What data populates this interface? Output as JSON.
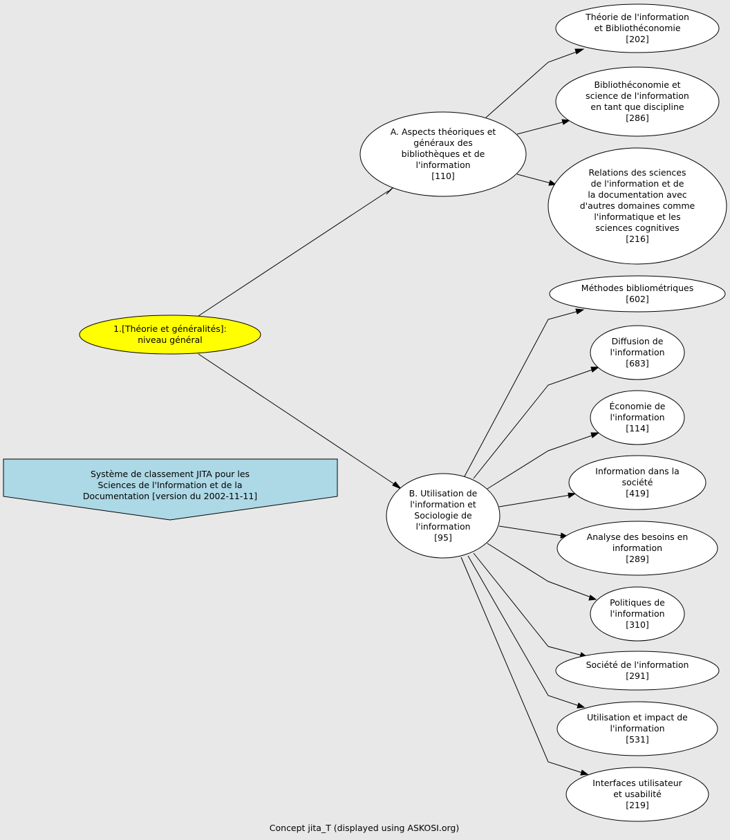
{
  "colors": {
    "background": "#e8e8e8",
    "root_fill": "#ffff00",
    "node_fill": "#ffffff",
    "legend_fill": "#add8e6"
  },
  "legend": {
    "lines": [
      "Système de classement JITA pour les",
      "Sciences de l'Information et de la",
      "Documentation [version du 2002-11-11]"
    ]
  },
  "footer": "Concept jita_T (displayed using ASKOSI.org)",
  "root": {
    "lines": [
      "1.[Théorie et généralités]:",
      "niveau général"
    ]
  },
  "nodes": {
    "A": {
      "lines": [
        "A. Aspects théoriques et",
        "généraux des",
        "bibliothèques et de",
        "l'information",
        "[110]"
      ]
    },
    "B": {
      "lines": [
        "B. Utilisation de",
        "l'information et",
        "Sociologie de",
        "l'information",
        "[95]"
      ]
    },
    "A1": {
      "lines": [
        "Théorie de l'information",
        "et Bibliothéconomie",
        "[202]"
      ]
    },
    "A2": {
      "lines": [
        "Bibliothéconomie et",
        "science de l'information",
        "en tant que discipline",
        "[286]"
      ]
    },
    "A3": {
      "lines": [
        "Relations des sciences",
        "de l'information et de",
        "la documentation avec",
        "d'autres domaines comme",
        "l'informatique et les",
        "sciences cognitives",
        "[216]"
      ]
    },
    "B1": {
      "lines": [
        "Méthodes bibliométriques",
        "[602]"
      ]
    },
    "B2": {
      "lines": [
        "Diffusion de",
        "l'information",
        "[683]"
      ]
    },
    "B3": {
      "lines": [
        "Économie de",
        "l'information",
        "[114]"
      ]
    },
    "B4": {
      "lines": [
        "Information dans la",
        "société",
        "[419]"
      ]
    },
    "B5": {
      "lines": [
        "Analyse des besoins en",
        "information",
        "[289]"
      ]
    },
    "B6": {
      "lines": [
        "Politiques de",
        "l'information",
        "[310]"
      ]
    },
    "B7": {
      "lines": [
        "Société de l'information",
        "[291]"
      ]
    },
    "B8": {
      "lines": [
        "Utilisation et impact de",
        "l'information",
        "[531]"
      ]
    },
    "B9": {
      "lines": [
        "Interfaces utilisateur",
        "et usabilité",
        "[219]"
      ]
    }
  }
}
